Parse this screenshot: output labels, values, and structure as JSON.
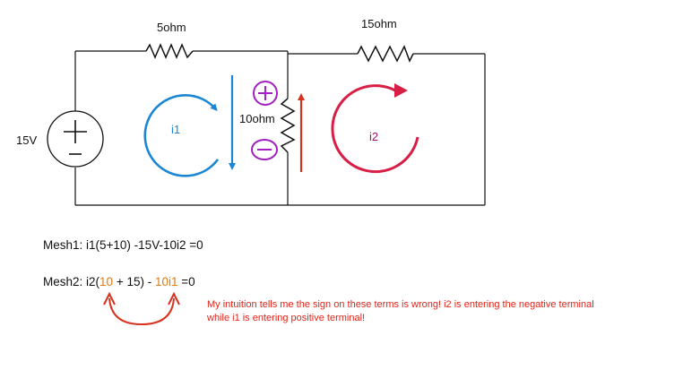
{
  "circuit": {
    "source_label": "15V",
    "r1_label": "5ohm",
    "r2_label": "15ohm",
    "r3_label": "10ohm",
    "loop1_label": "i1",
    "loop2_label": "i2"
  },
  "equations": {
    "mesh1": "Mesh1: i1(5+10) -15V-10i2 =0",
    "mesh2_prefix": "Mesh2: i2(",
    "mesh2_term1": "10",
    "mesh2_mid": " + 15) - ",
    "mesh2_term2": "10i1",
    "mesh2_suffix": " =0"
  },
  "note": {
    "line1": "My intuition tells me the sign on these terms is wrong! i2 is entering the negative terminal",
    "line2": "while i1 is entering positive terminal!"
  },
  "colors": {
    "wire": "#111111",
    "loop1": "#1a86d6",
    "loop2": "#d81e45",
    "polarity": "#a020c0",
    "red_arrow": "#d8321e",
    "highlight": "#e07a10",
    "note": "#e0241a"
  }
}
